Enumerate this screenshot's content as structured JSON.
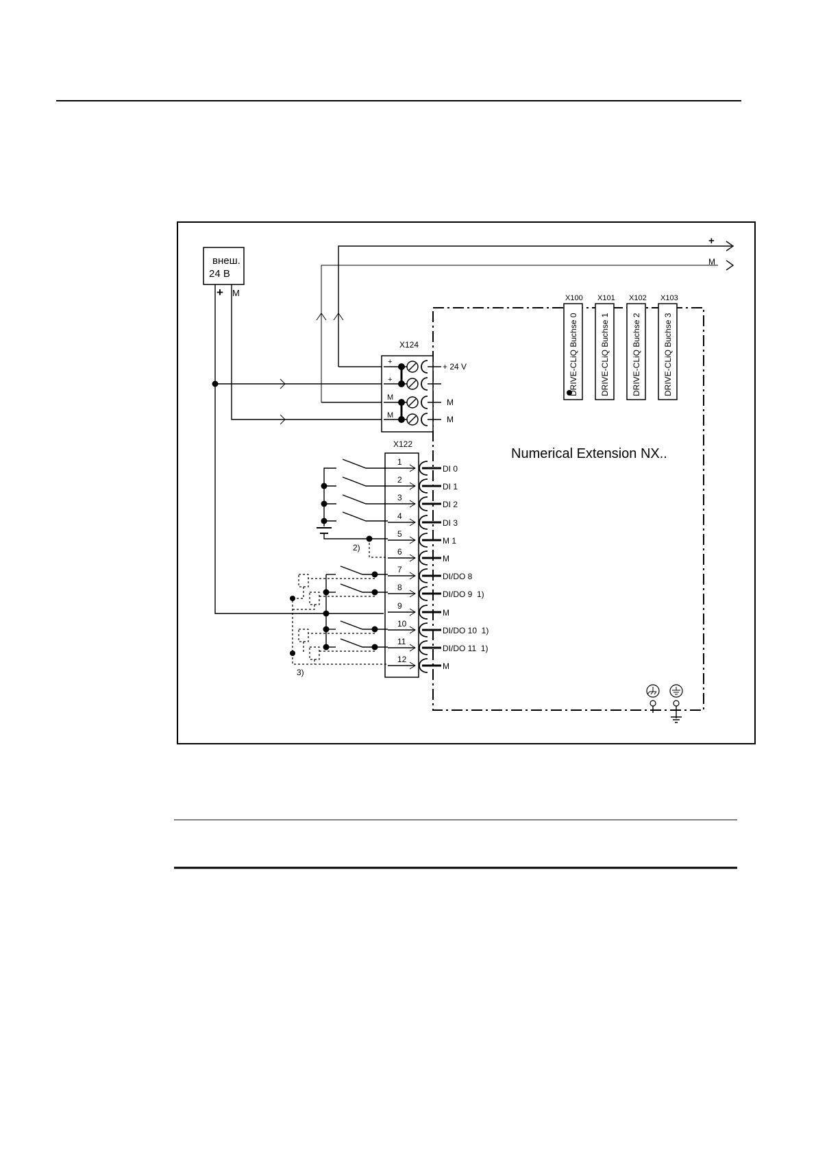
{
  "diagram": {
    "power_supply": {
      "label_line1": "внеш.",
      "label_line2": "24 В",
      "plus": "+",
      "minus": "M"
    },
    "bus_labels": {
      "plus": "+",
      "minus": "M"
    },
    "module_name": "Numerical Extension NX..",
    "x124": {
      "name": "X124",
      "terminal_marks": [
        "+",
        "+",
        "M",
        "M"
      ],
      "signals": [
        "+ 24 V",
        "M",
        "M"
      ]
    },
    "drive_cliq": [
      {
        "id": "X100",
        "label": "DRIVE-CLiQ Buchse 0"
      },
      {
        "id": "X101",
        "label": "DRIVE-CLiQ Buchse 1"
      },
      {
        "id": "X102",
        "label": "DRIVE-CLiQ Buchse 2"
      },
      {
        "id": "X103",
        "label": "DRIVE-CLiQ Buchse 3"
      }
    ],
    "x122": {
      "name": "X122",
      "pins": [
        {
          "num": "1",
          "signal": "DI 0"
        },
        {
          "num": "2",
          "signal": "DI 1"
        },
        {
          "num": "3",
          "signal": "DI 2"
        },
        {
          "num": "4",
          "signal": "DI 3"
        },
        {
          "num": "5",
          "signal": "M 1"
        },
        {
          "num": "6",
          "signal": "M"
        },
        {
          "num": "7",
          "signal": "DI/DO 8"
        },
        {
          "num": "8",
          "signal": "DI/DO 9  1)"
        },
        {
          "num": "9",
          "signal": "M"
        },
        {
          "num": "10",
          "signal": "DI/DO 10  1)"
        },
        {
          "num": "11",
          "signal": "DI/DO 11  1)"
        },
        {
          "num": "12",
          "signal": "M"
        }
      ]
    },
    "footnote_2": "2)",
    "footnote_3": "3)"
  }
}
